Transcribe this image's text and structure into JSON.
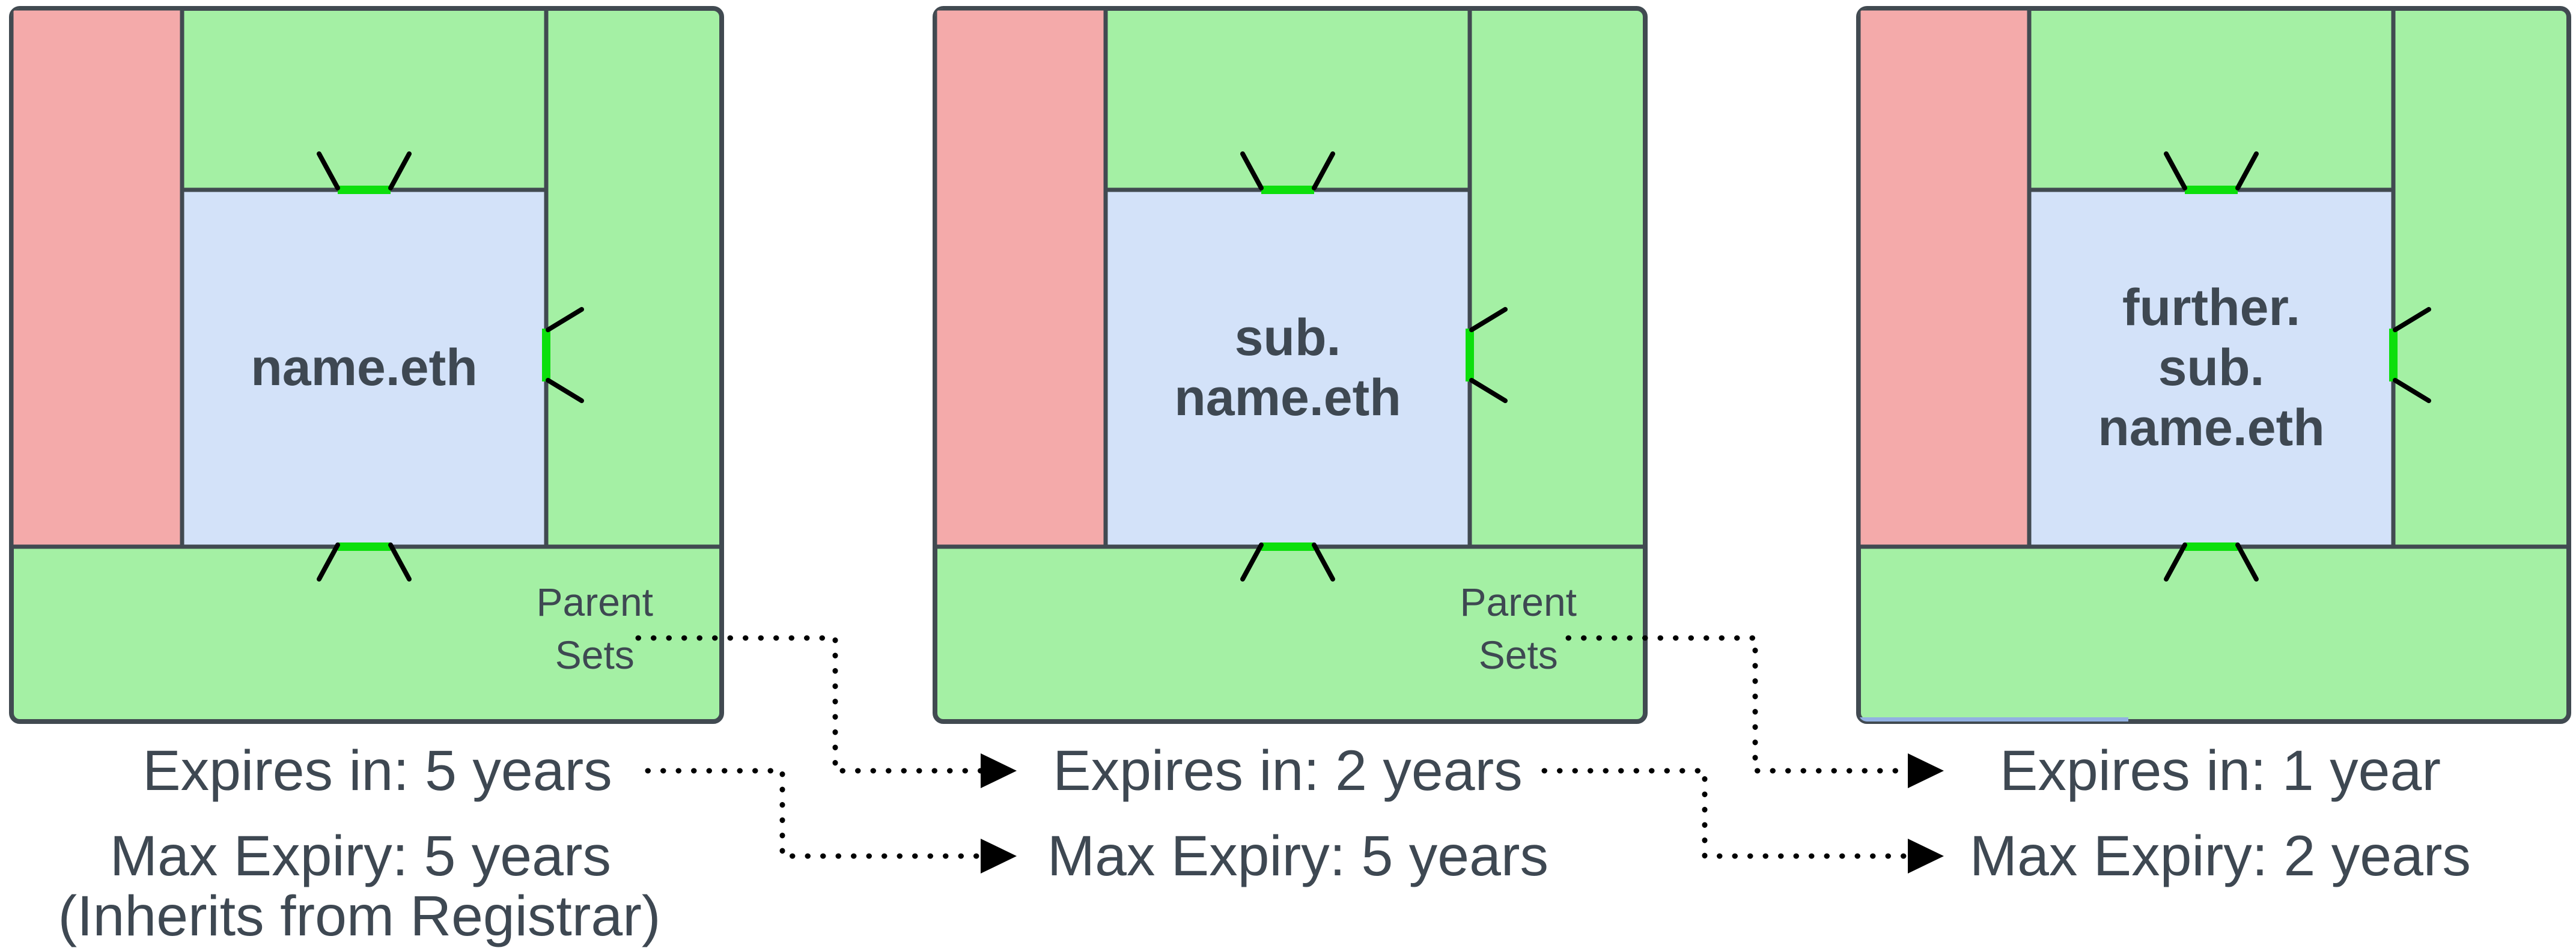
{
  "colors": {
    "green": "#a4f0a4",
    "pink": "#f4aaaa",
    "blue": "#d3e2f9",
    "tick_green": "#0cdf0c",
    "border": "#414a51",
    "text": "#3e4852",
    "connector": "#000000",
    "blue_edge": "#92b1e2"
  },
  "panels": [
    {
      "title": "name.eth",
      "parent_sets": "Parent\nSets",
      "expires": "Expires in: 5 years",
      "max_expiry": "Max Expiry: 5 years",
      "note": "(Inherits from Registrar)"
    },
    {
      "title": "sub.\nname.eth",
      "parent_sets": "Parent\nSets",
      "expires": "Expires in: 2 years",
      "max_expiry": "Max Expiry: 5 years"
    },
    {
      "title": "further.\nsub.\nname.eth",
      "expires": "Expires in: 1 year",
      "max_expiry": "Max Expiry: 2 years"
    }
  ]
}
